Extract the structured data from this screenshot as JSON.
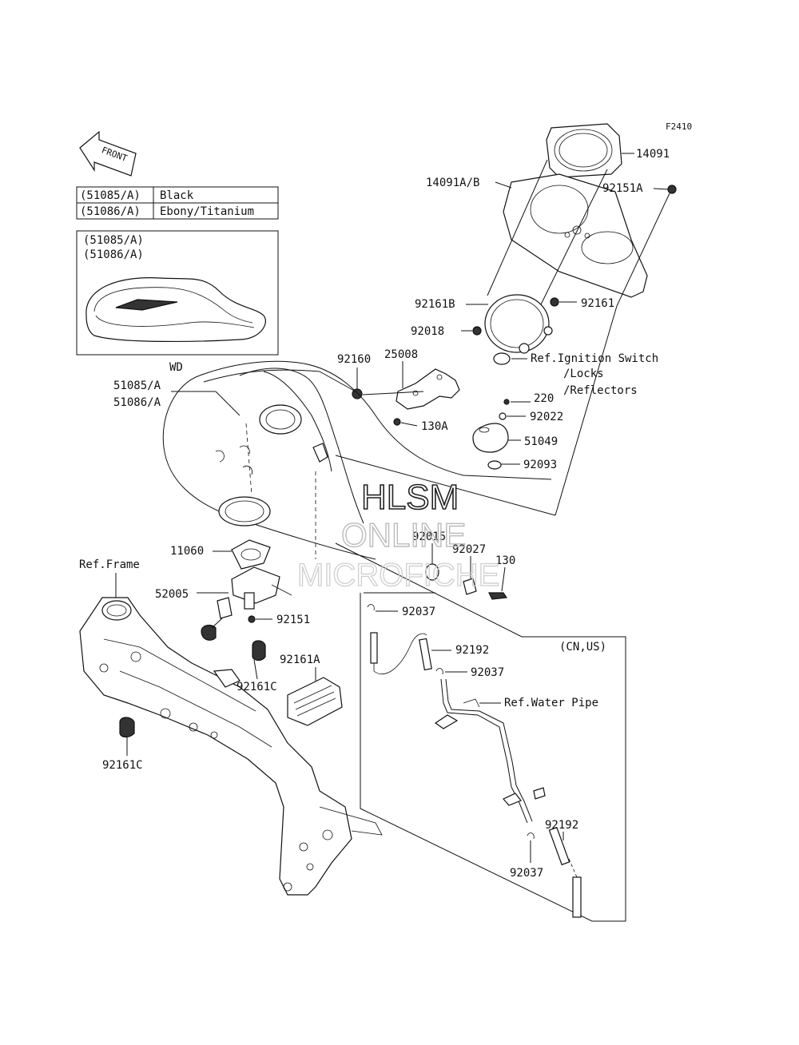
{
  "diagram_code": "F2410",
  "front_arrow_label": "FRONT",
  "color_table": [
    {
      "code": "(51085/A)",
      "color": "Black"
    },
    {
      "code": "(51086/A)",
      "color": "Ebony/Titanium"
    }
  ],
  "inset_labels": [
    "(51085/A)",
    "(51086/A)"
  ],
  "region_label_wd": "WD",
  "region_label_cn_us": "(CN,US)",
  "watermark": {
    "line1": "HLSM",
    "line2": "ONLINE",
    "line3": "MICROFICHE"
  },
  "parts": {
    "p14091": "14091",
    "p92151A": "92151A",
    "p14091AB": "14091A/B",
    "p92161B": "92161B",
    "p92161": "92161",
    "p92018": "92018",
    "p_ref_ign_1": "Ref.Ignition Switch",
    "p_ref_ign_2": "/Locks",
    "p_ref_ign_3": "/Reflectors",
    "p92160": "92160",
    "p25008": "25008",
    "p51085A": "51085/A",
    "p51086A": "51086/A",
    "p220": "220",
    "p130A": "130A",
    "p92022": "92022",
    "p51049": "51049",
    "p92093": "92093",
    "p92015": "92015",
    "p92027": "92027",
    "p130": "130",
    "p11060": "11060",
    "p_ref_frame": "Ref.Frame",
    "p52005": "52005",
    "p92151": "92151",
    "p92037a": "92037",
    "p92192a": "92192",
    "p92037b": "92037",
    "p92161A": "92161A",
    "p92161C_a": "92161C",
    "p_ref_water": "Ref.Water Pipe",
    "p92161C_b": "92161C",
    "p92192b": "92192",
    "p92037c": "92037"
  }
}
